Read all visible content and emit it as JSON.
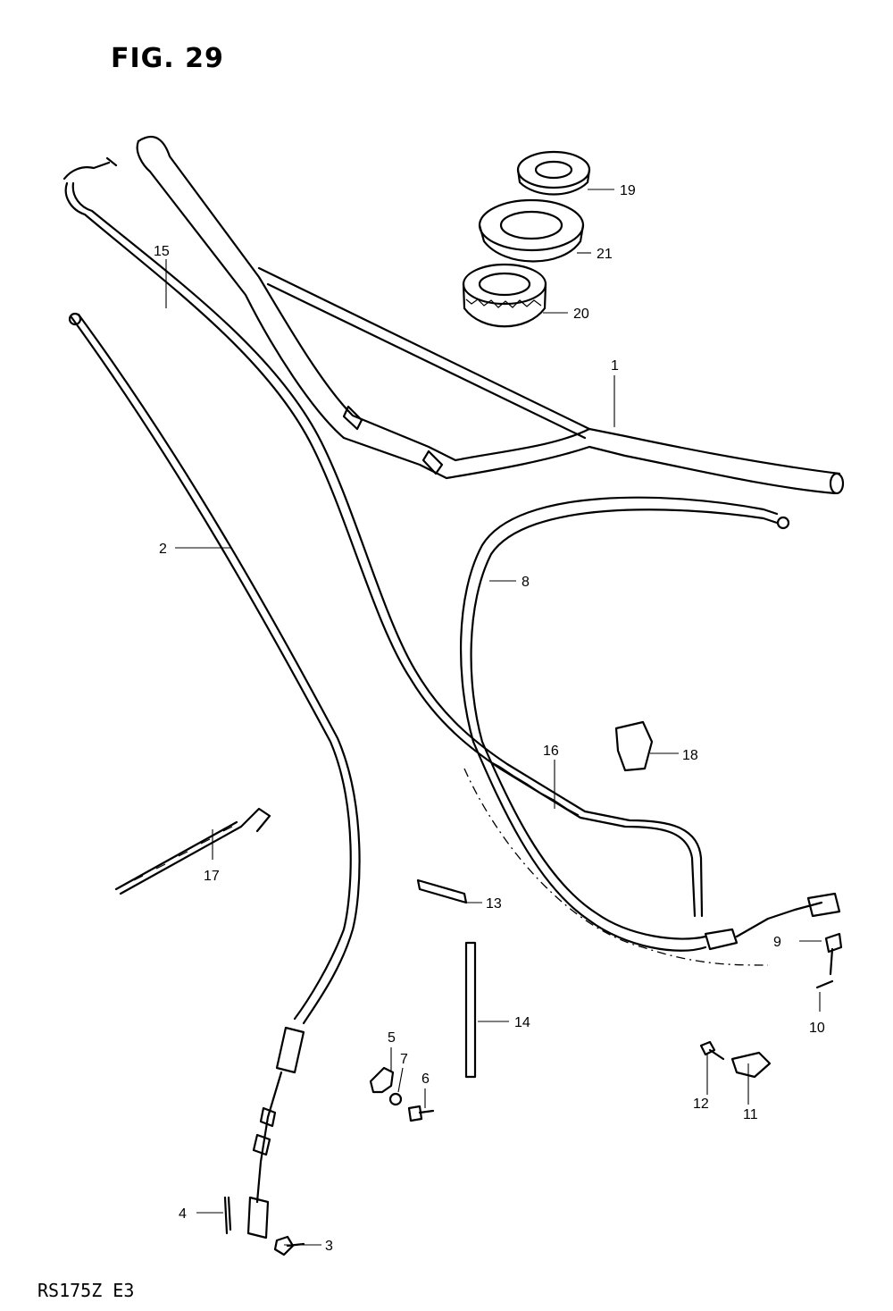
{
  "figure": {
    "title": "FIG. 29",
    "model_code": "RS175Z  E3"
  },
  "callouts": {
    "c1": "1",
    "c2": "2",
    "c3": "3",
    "c4": "4",
    "c5": "5",
    "c6": "6",
    "c7": "7",
    "c8": "8",
    "c9": "9",
    "c10": "10",
    "c11": "11",
    "c12": "12",
    "c13": "13",
    "c14": "14",
    "c15": "15",
    "c16": "16",
    "c17": "17",
    "c18": "18",
    "c19": "19",
    "c20": "20",
    "c21": "21"
  }
}
